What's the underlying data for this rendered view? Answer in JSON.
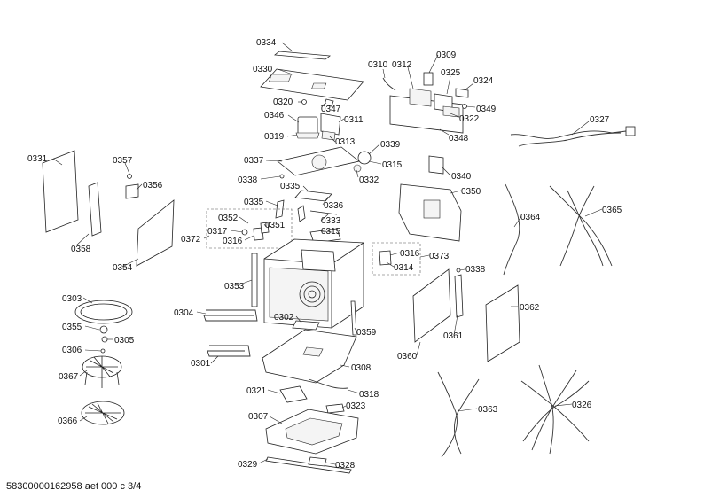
{
  "labels": [
    {
      "id": "0334",
      "text": "0334"
    },
    {
      "id": "0330",
      "text": "0330"
    },
    {
      "id": "0310",
      "text": "0310"
    },
    {
      "id": "0312",
      "text": "0312"
    },
    {
      "id": "0309",
      "text": "0309"
    },
    {
      "id": "0325",
      "text": "0325"
    },
    {
      "id": "0324",
      "text": "0324"
    },
    {
      "id": "0349",
      "text": "0349"
    },
    {
      "id": "0322",
      "text": "0322"
    },
    {
      "id": "0348",
      "text": "0348"
    },
    {
      "id": "0327",
      "text": "0327"
    },
    {
      "id": "0320",
      "text": "0320"
    },
    {
      "id": "0347",
      "text": "0347"
    },
    {
      "id": "0346",
      "text": "0346"
    },
    {
      "id": "0311",
      "text": "0311"
    },
    {
      "id": "0319",
      "text": "0319"
    },
    {
      "id": "0313",
      "text": "0313"
    },
    {
      "id": "0339",
      "text": "0339"
    },
    {
      "id": "0331",
      "text": "0331"
    },
    {
      "id": "0357",
      "text": "0357"
    },
    {
      "id": "0337",
      "text": "0337"
    },
    {
      "id": "0315a",
      "text": "0315"
    },
    {
      "id": "0332",
      "text": "0332"
    },
    {
      "id": "0340",
      "text": "0340"
    },
    {
      "id": "0356",
      "text": "0356"
    },
    {
      "id": "0338a",
      "text": "0338"
    },
    {
      "id": "0335a",
      "text": "0335"
    },
    {
      "id": "0335b",
      "text": "0335"
    },
    {
      "id": "0336",
      "text": "0336"
    },
    {
      "id": "0350",
      "text": "0350"
    },
    {
      "id": "0333",
      "text": "0333"
    },
    {
      "id": "0352",
      "text": "0352"
    },
    {
      "id": "0351",
      "text": "0351"
    },
    {
      "id": "0315b",
      "text": "0315"
    },
    {
      "id": "0364",
      "text": "0364"
    },
    {
      "id": "0365",
      "text": "0365"
    },
    {
      "id": "0372",
      "text": "0372"
    },
    {
      "id": "0317",
      "text": "0317"
    },
    {
      "id": "0316a",
      "text": "0316"
    },
    {
      "id": "0358",
      "text": "0358"
    },
    {
      "id": "0316b",
      "text": "0316"
    },
    {
      "id": "0373",
      "text": "0373"
    },
    {
      "id": "0314",
      "text": "0314"
    },
    {
      "id": "0354",
      "text": "0354"
    },
    {
      "id": "0338b",
      "text": "0338"
    },
    {
      "id": "0353",
      "text": "0353"
    },
    {
      "id": "0303",
      "text": "0303"
    },
    {
      "id": "0362",
      "text": "0362"
    },
    {
      "id": "0304",
      "text": "0304"
    },
    {
      "id": "0302",
      "text": "0302"
    },
    {
      "id": "0355",
      "text": "0355"
    },
    {
      "id": "0359",
      "text": "0359"
    },
    {
      "id": "0361",
      "text": "0361"
    },
    {
      "id": "0305",
      "text": "0305"
    },
    {
      "id": "0306",
      "text": "0306"
    },
    {
      "id": "0360",
      "text": "0360"
    },
    {
      "id": "0301",
      "text": "0301"
    },
    {
      "id": "0308",
      "text": "0308"
    },
    {
      "id": "0367",
      "text": "0367"
    },
    {
      "id": "0321",
      "text": "0321"
    },
    {
      "id": "0318",
      "text": "0318"
    },
    {
      "id": "0363",
      "text": "0363"
    },
    {
      "id": "0326",
      "text": "0326"
    },
    {
      "id": "0323",
      "text": "0323"
    },
    {
      "id": "0307",
      "text": "0307"
    },
    {
      "id": "0366",
      "text": "0366"
    },
    {
      "id": "0329",
      "text": "0329"
    },
    {
      "id": "0328",
      "text": "0328"
    }
  ],
  "footer": "58300000162958 aet 000 c 3/4"
}
